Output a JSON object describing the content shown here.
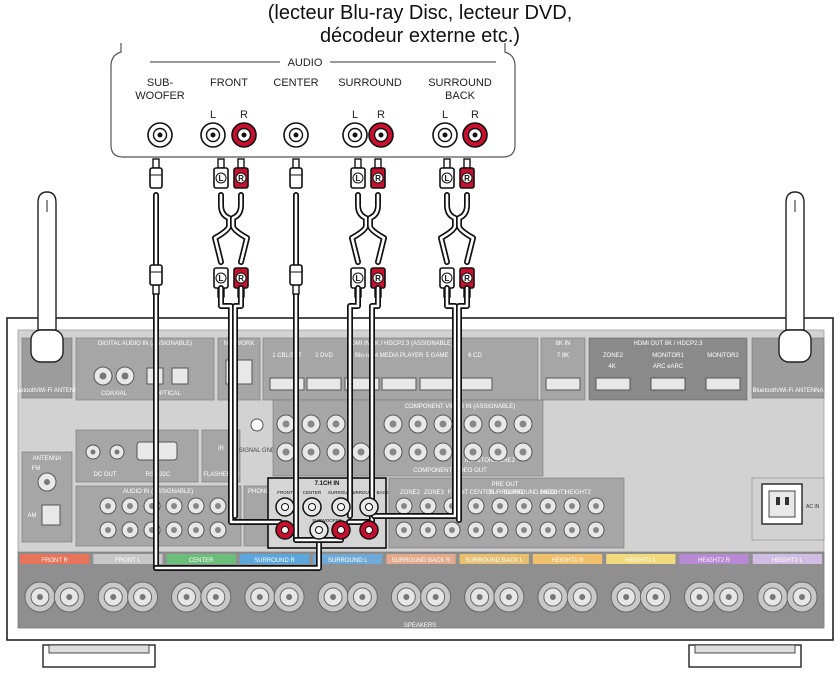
{
  "header": {
    "title_line1": "(lecteur Blu-ray Disc, lecteur DVD,",
    "title_line2": "décodeur externe etc.)"
  },
  "source_panel": {
    "group_label": "AUDIO",
    "channels": [
      {
        "label_line1": "SUB-",
        "label_line2": "WOOFER",
        "jacks": []
      },
      {
        "label_line1": "FRONT",
        "label_line2": "",
        "jacks": [
          "L",
          "R"
        ]
      },
      {
        "label_line1": "CENTER",
        "label_line2": "",
        "jacks": []
      },
      {
        "label_line1": "SURROUND",
        "label_line2": "",
        "jacks": [
          "L",
          "R"
        ]
      },
      {
        "label_line1": "SURROUND",
        "label_line2": "BACK",
        "jacks": [
          "L",
          "R"
        ]
      }
    ]
  },
  "cable_plugs": {
    "left": "L",
    "right": "R"
  },
  "receiver": {
    "antenna_label": "Bluetooth/Wi-Fi ANTENNA",
    "digital_audio_label": "DIGITAL AUDIO IN (ASSIGNABLE)",
    "coaxial_label": "COAXIAL",
    "optical_label": "OPTICAL",
    "network_label": "NETWORK",
    "hdmi_in_label": "HDMI IN 4K / HDCP2.3 (ASSIGNABLE)",
    "hdmi_inputs": [
      "1 CBL/SAT",
      "2 DVD",
      "3 Blu-ray",
      "4 MEDIA PLAYER",
      "5 GAME",
      "6 CD",
      "7 8K"
    ],
    "hdmi_out_label": "HDMI OUT 8K / HDCP2.3",
    "hdmi_outputs": [
      "ZONE2",
      "MONITOR1",
      "MONITOR2"
    ],
    "arc_label": "ARC eARC",
    "k4_label": "4K",
    "k8_label": "8K IN",
    "component_label": "COMPONENT VIDEO IN (ASSIGNABLE)",
    "component_out_label": "COMPONENT VIDEO OUT",
    "monitor_zone2_label": "MONITOR/ZONE2",
    "dc_out_label": "DC OUT",
    "rs232c_label": "RS-232C",
    "flasher_label": "FLASHER IN",
    "ir_label": "IR",
    "signal_gnd_label": "SIGNAL GND",
    "antenna_fm_label": "ANTENNA",
    "fm_label": "FM",
    "am_label": "AM",
    "audio_in_label": "AUDIO IN (ASSIGNABLE)",
    "phono_label": "PHONO",
    "ch71_in_label": "7.1CH IN",
    "ch71_in_jacks": [
      "FRONT",
      "CENTER",
      "SURROUND",
      "SURROUND BACK"
    ],
    "subwoofer_label": "SUBWOOFER",
    "pre_out_label": "PRE OUT",
    "pre_out_jacks": [
      "ZONE2",
      "ZONE3",
      "FRONT",
      "CENTER",
      "SURROUND",
      "SURROUND BACK",
      "HEIGHT1",
      "HEIGHT2"
    ],
    "ac_in_label": "AC IN",
    "speakers_label": "SPEAKERS",
    "speaker_terminals": [
      {
        "label": "FRONT R",
        "color": "#e8735a"
      },
      {
        "label": "FRONT L",
        "color": "#c7c7c7"
      },
      {
        "label": "CENTER",
        "color": "#6cbf7a"
      },
      {
        "label": "SURROUND R",
        "color": "#5aa6dd"
      },
      {
        "label": "SURROUND L",
        "color": "#6ea9d8"
      },
      {
        "label": "SURROUND BACK R",
        "color": "#e5a98b"
      },
      {
        "label": "SURROUND BACK L",
        "color": "#e6c06f"
      },
      {
        "label": "HEIGHT1 R",
        "color": "#f1c06d"
      },
      {
        "label": "HEIGHT1 L",
        "color": "#f1da7e"
      },
      {
        "label": "HEIGHT2 R",
        "color": "#b88ad6"
      },
      {
        "label": "HEIGHT2 L",
        "color": "#d1bde4"
      }
    ]
  },
  "colors": {
    "red_jack": "#c8102e",
    "cable": "#111111",
    "panel": "#9d9d9d",
    "panel_dark": "#888888",
    "panel_light": "#bdbdbd",
    "terminal_strip": "#8f8f8f"
  }
}
